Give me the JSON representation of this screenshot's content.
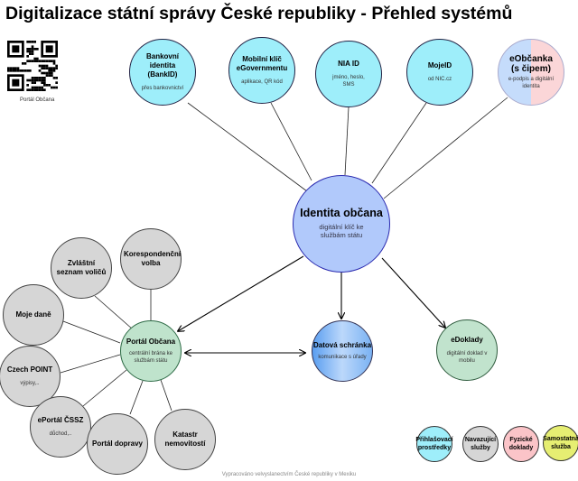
{
  "title": "Digitalizace státní správy České republiky - Přehled systémů",
  "qr": {
    "label": "Portál Občana"
  },
  "identity_providers": [
    {
      "title": "Bankovní identita (BankID)",
      "subtitle": "přes bankovnictví"
    },
    {
      "title": "Mobilní klíč eGovernmentu",
      "subtitle": "aplikace, QR kód"
    },
    {
      "title": "NIA ID",
      "subtitle": "jméno, heslo, SMS"
    },
    {
      "title": "MojeID",
      "subtitle": "od NIC.cz"
    },
    {
      "title": "eObčanka (s čipem)",
      "subtitle": "e-podpis a digitální identita"
    }
  ],
  "center": {
    "title": "Identita občana",
    "subtitle": "digitální klíč ke službám státu"
  },
  "portal": {
    "title": "Portál Občana",
    "subtitle": "centrální brána ke službám státu"
  },
  "datovka": {
    "title": "Datová schránka",
    "subtitle": "komunikace s úřady"
  },
  "edoklady": {
    "title": "eDoklady",
    "subtitle": "digitální doklad v mobilu"
  },
  "services": [
    {
      "title": "Zvláštní seznam voličů",
      "subtitle": ""
    },
    {
      "title": "Korespondenční volba",
      "subtitle": ""
    },
    {
      "title": "Moje daně",
      "subtitle": ""
    },
    {
      "title": "Czech POINT",
      "subtitle": "výpisy,.."
    },
    {
      "title": "ePortál ČSSZ",
      "subtitle": "důchod,.."
    },
    {
      "title": "Portál dopravy",
      "subtitle": ""
    },
    {
      "title": "Katastr nemovitostí",
      "subtitle": ""
    }
  ],
  "legend": [
    {
      "label": "Přihlašovací prostředky",
      "color": "#9eeefa"
    },
    {
      "label": "Navazující služby",
      "color": "#d6d6d6"
    },
    {
      "label": "Fyzické doklady",
      "color": "#fbc4c8"
    },
    {
      "label": "Samostatná služba",
      "color": "#e6ee72"
    }
  ],
  "footer": "Vypracováno velvyslanectvím České republiky v Mexiku"
}
